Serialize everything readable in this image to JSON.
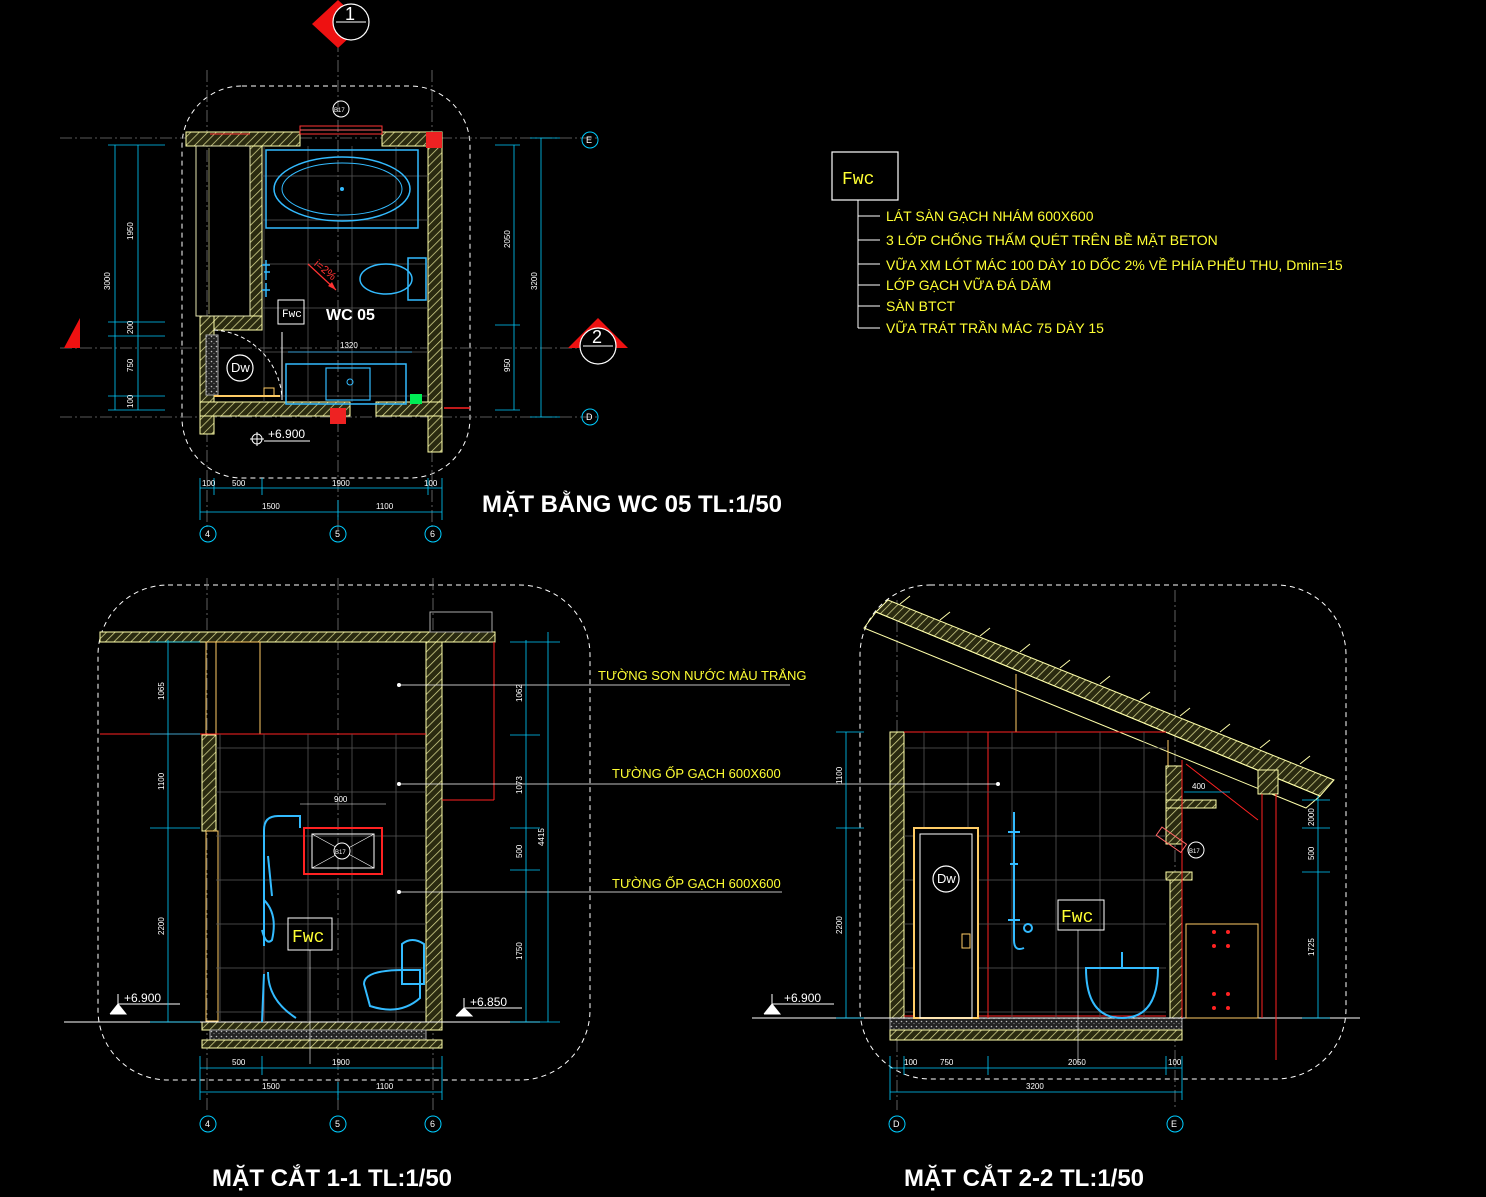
{
  "titles": {
    "plan": "MẶT BẰNG WC 05 TL:1/50",
    "section1": "MẶT CẮT 1-1 TL:1/50",
    "section2": "MẶT CẮT 2-2 TL:1/50"
  },
  "legend": {
    "tag": "Fwc",
    "items": [
      "LÁT SÀN GẠCH NHÁM 600X600",
      "3 LỚP CHỐNG THẤM QUÉT TRÊN BỀ MẶT BETON",
      "VỮA XM LÓT MÁC 100 DÀY 10 DỐC 2% VỀ PHÍA PHỄU THU, Dmin=15",
      "LỚP GẠCH VỮA ĐÁ DĂM",
      "SÀN BTCT",
      "VỮA TRÁT TRẦN MÁC 75 DÀY 15"
    ]
  },
  "plan": {
    "room_label": "WC 05",
    "slope": "i=2%",
    "level": "+6.900",
    "section_marks": [
      "1",
      "2"
    ],
    "grid_axes": [
      "4",
      "5",
      "6"
    ],
    "grid_rows": [
      "E",
      "D"
    ],
    "dims_left": [
      "1950",
      "3000",
      "200",
      "750",
      "100"
    ],
    "dims_right": [
      "2050",
      "3200",
      "950"
    ],
    "dims_bottom_1": [
      "100",
      "500",
      "1900",
      "100"
    ],
    "dims_bottom_2": [
      "1500",
      "1100"
    ],
    "dim_basin": "1320",
    "tag_fwc": "Fwc",
    "tag_dw": "Dw",
    "tag_b17": "B17"
  },
  "section1": {
    "notes": [
      "TƯỜNG SƠN NƯỚC MÀU TRẮNG",
      "TƯỜNG ỐP GẠCH 600X600",
      "TƯỜNG ỐP GẠCH 600X600"
    ],
    "level_left": "+6.900",
    "level_right": "+6.850",
    "dims_left": [
      "1065",
      "1100",
      "2200"
    ],
    "dims_right_1": [
      "1062",
      "1073",
      "500",
      "1750"
    ],
    "dims_right_2": "4415",
    "dim_basin": "900",
    "dims_bottom_1": [
      "500",
      "1900"
    ],
    "dims_bottom_2": [
      "1500",
      "1100"
    ],
    "grid_axes": [
      "4",
      "5",
      "6"
    ],
    "tag_fwc": "Fwc",
    "tag_b17": "B17"
  },
  "section2": {
    "level": "+6.900",
    "dims_left": [
      "1100",
      "2200"
    ],
    "dims_right": [
      "2000",
      "500",
      "1725"
    ],
    "dim_shelf": "400",
    "dims_bottom_1": [
      "100",
      "750",
      "2050",
      "100"
    ],
    "dims_bottom_2": "3200",
    "grid_rows": [
      "D",
      "E"
    ],
    "tag_fwc": "Fwc",
    "tag_dw": "Dw",
    "tag_b17": "B17"
  }
}
